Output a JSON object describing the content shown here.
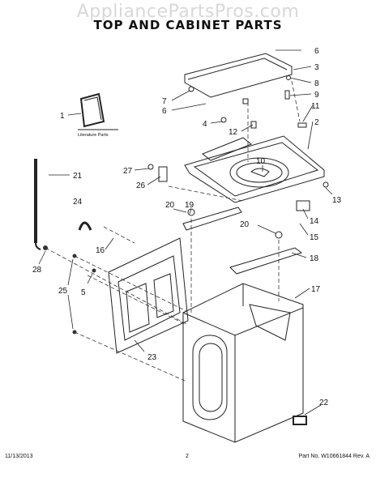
{
  "watermark": "AppliancePartsPros.com",
  "title": "TOP AND CABINET PARTS",
  "literature_label": "Literature Parts",
  "footer": {
    "date": "11/13/2013",
    "page": "2",
    "part_no": "Part No. W10661844 Rev. A"
  },
  "callouts": [
    "6",
    "3",
    "7",
    "8",
    "9",
    "6",
    "1",
    "11",
    "4",
    "12",
    "2",
    "10",
    "27",
    "21",
    "26",
    "13",
    "24",
    "20",
    "19",
    "14",
    "20",
    "15",
    "16",
    "18",
    "28",
    "5",
    "25",
    "17",
    "23",
    "22"
  ]
}
